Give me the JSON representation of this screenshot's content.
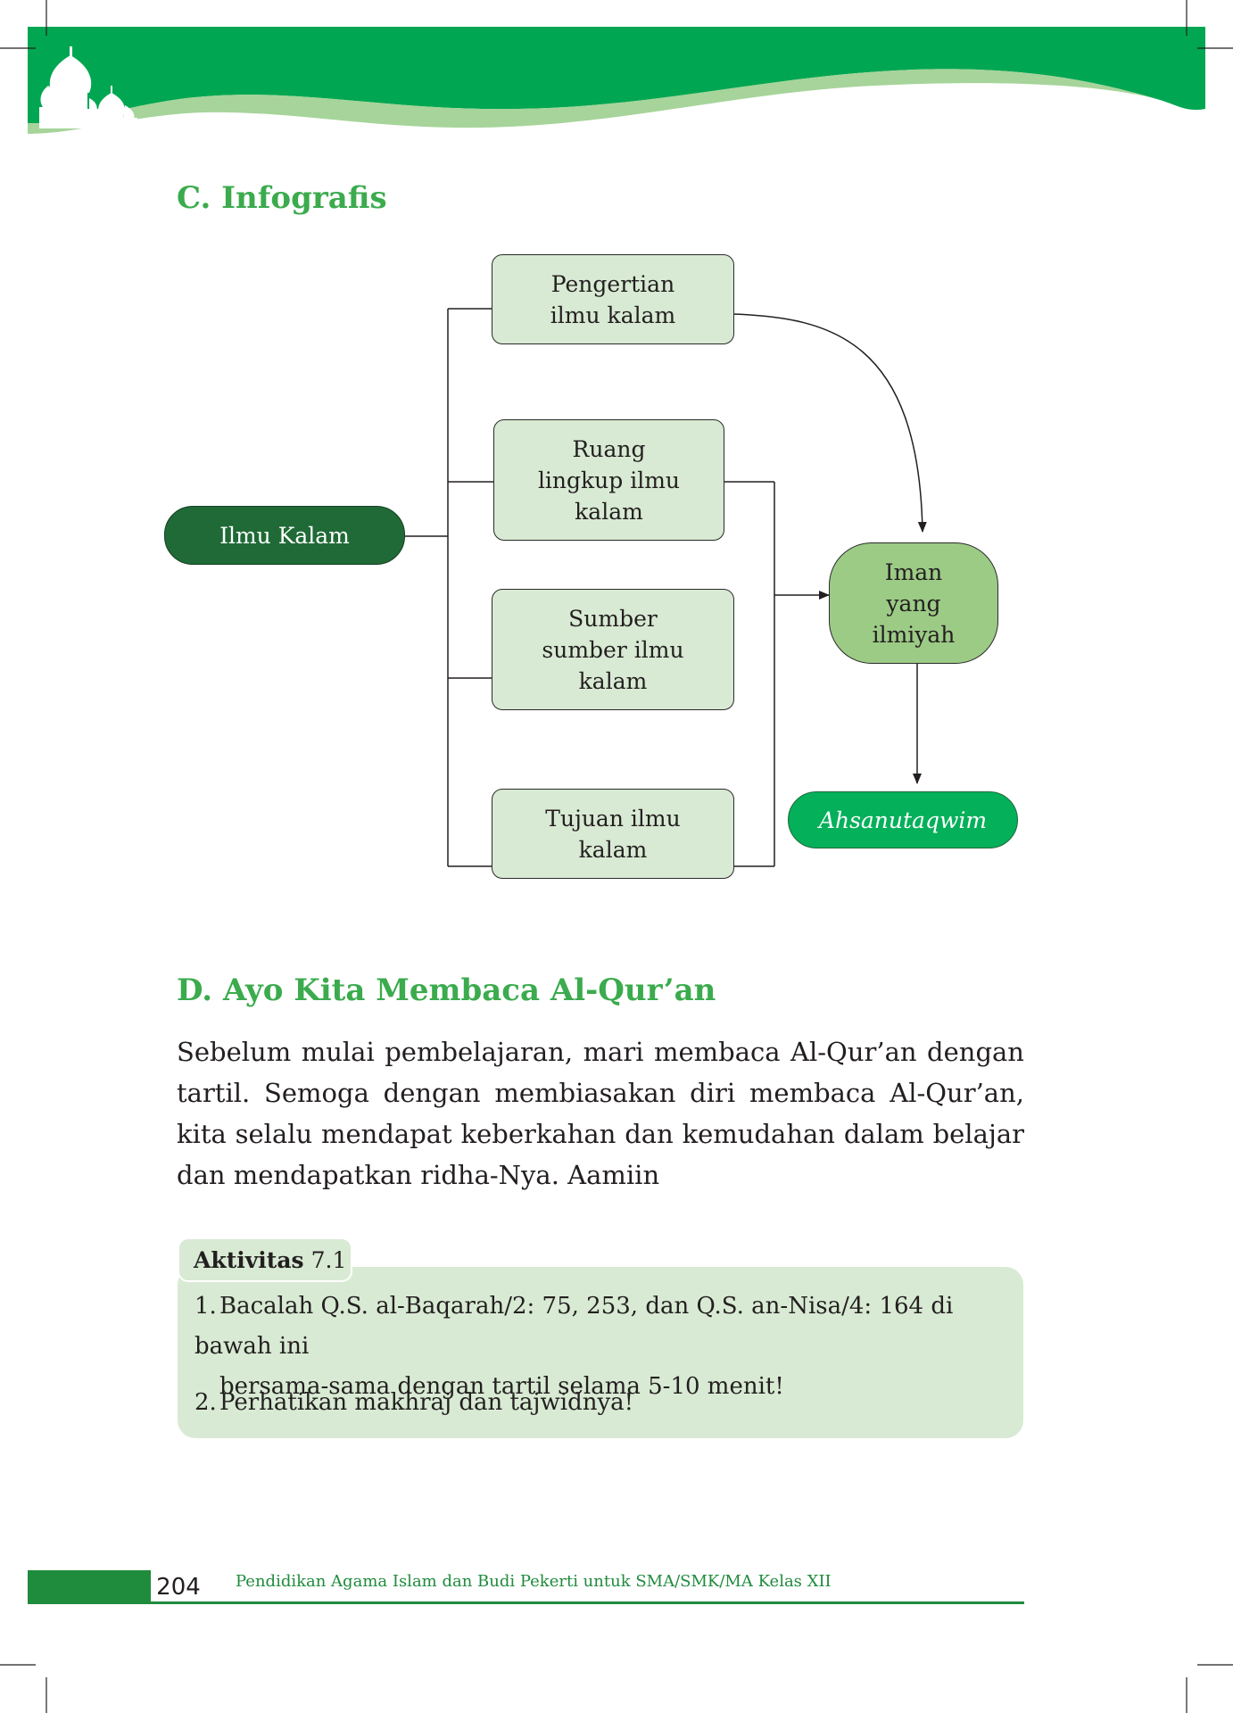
{
  "colors": {
    "header_green": "#00a651",
    "heading_green": "#3bab4d",
    "light_green_fill": "#d8ead3",
    "dark_green": "#1f6a36",
    "mid_green": "#9ccb86",
    "bright_green": "#05b05a"
  },
  "icons": {
    "header_decoration": "mosque-dome-icon"
  },
  "section_c": {
    "heading": "C. Infografis"
  },
  "diagram": {
    "root": "Ilmu Kalam",
    "topics": [
      "Pengertian\nilmu kalam",
      "Ruang\nlingkup ilmu\nkalam",
      "Sumber\nsumber ilmu\nkalam",
      "Tujuan ilmu\nkalam"
    ],
    "result": "Iman\nyang\nilmiyah",
    "final": "Ahsanutaqwim"
  },
  "section_d": {
    "heading": "D. Ayo Kita Membaca Al-Qur’an",
    "paragraph": "Sebelum mulai pembelajaran, mari membaca Al-Qur’an dengan tartil. Semoga dengan membiasakan diri membaca Al-Qur’an, kita selalu mendapat keberkahan dan kemudahan dalam belajar dan mendapatkan ridha-Nya. Aamiin"
  },
  "activity": {
    "label": "Aktivitas",
    "number": "7.1",
    "items": [
      {
        "num": "1.",
        "line1": "Bacalah Q.S. al-Baqarah/2: 75, 253, dan Q.S. an-Nisa/4: 164 di bawah ini",
        "line2": "bersama-sama dengan tartil selama 5-10 menit!"
      },
      {
        "num": "2.",
        "line1": "Perhatikan makhraj dan tajwidnya!"
      }
    ]
  },
  "footer": {
    "page_number": "204",
    "book_title": "Pendidikan Agama Islam dan Budi Pekerti untuk SMA/SMK/MA Kelas XII"
  }
}
